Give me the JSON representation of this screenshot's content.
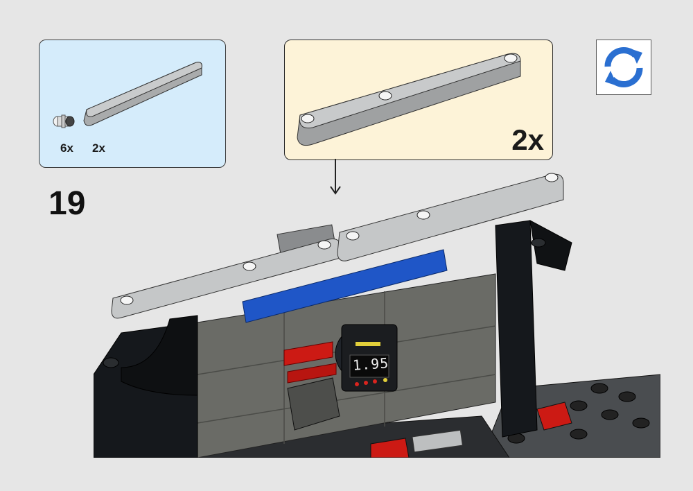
{
  "parts_callout": {
    "items": [
      {
        "icon": "pin-icon",
        "quantity": "6x"
      },
      {
        "icon": "liftarm-icon",
        "quantity": "2x"
      }
    ]
  },
  "submodel_callout": {
    "quantity": "2x"
  },
  "step": {
    "number": "19"
  },
  "rotate_indicator": {
    "icon": "rotate-model-icon",
    "color": "#2a6fd1"
  },
  "display_readout": "1.95",
  "colors": {
    "parts_bg": "#d5ecfb",
    "submodel_bg": "#fdf3d8",
    "page_bg": "#e6e6e6",
    "beam_gray": "#c5c7c8",
    "panel_dark": "#6a6b66",
    "frame_black": "#15181c",
    "accent_blue": "#1f56c7",
    "accent_red": "#cc1a14"
  }
}
